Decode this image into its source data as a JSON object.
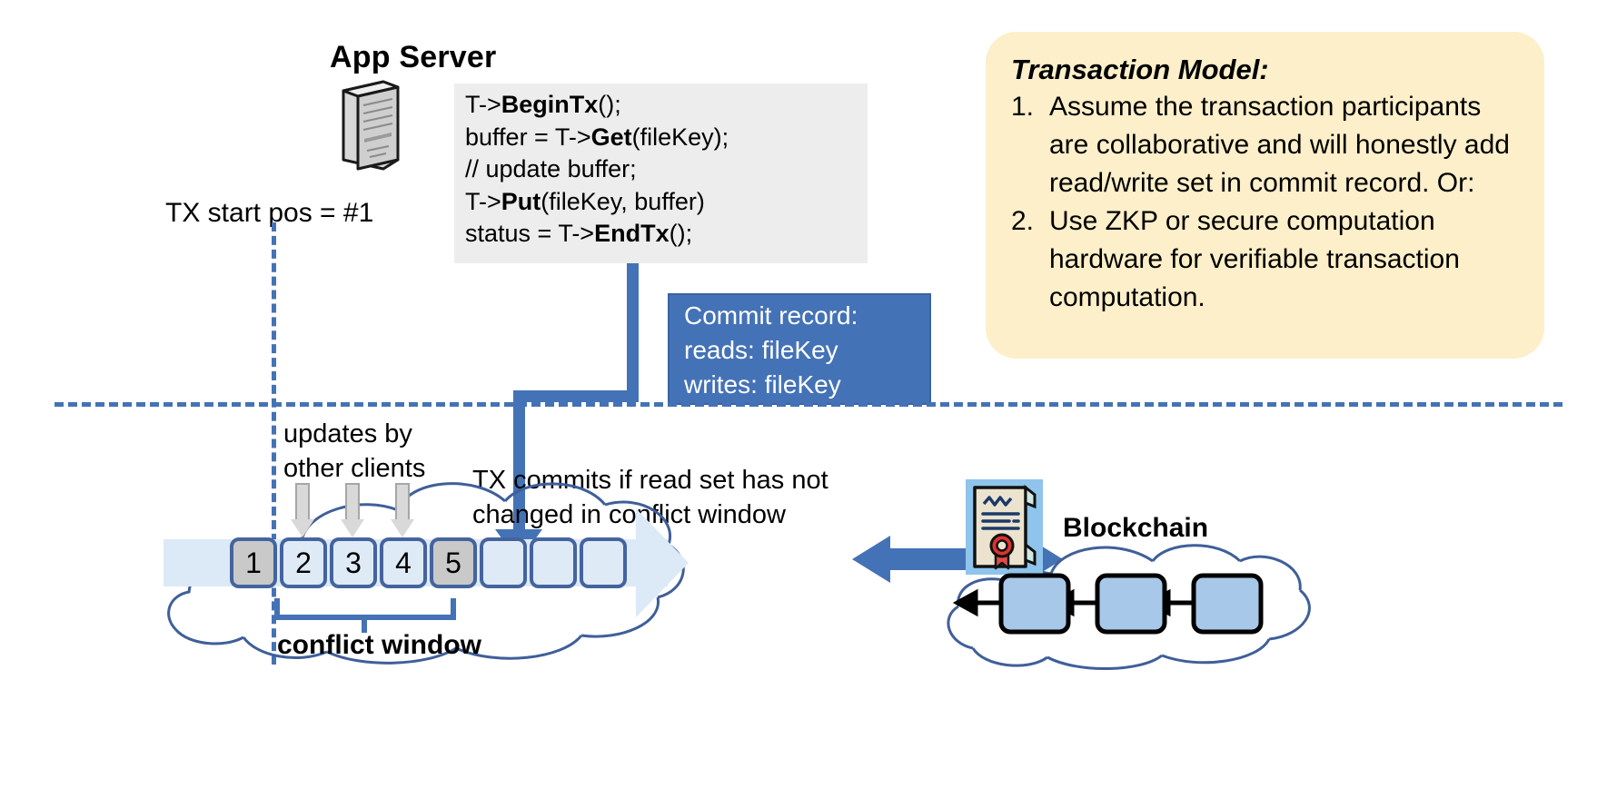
{
  "diagram": {
    "title_app_server": "App Server",
    "tx_start_label": "TX start pos = #1",
    "code": {
      "lines": [
        {
          "pre": "T->",
          "bold": "BeginTx",
          "post": "();"
        },
        {
          "pre": "buffer = T->",
          "bold": "Get",
          "post": "(fileKey);"
        },
        {
          "pre": "// update buffer;",
          "bold": "",
          "post": ""
        },
        {
          "pre": "T->",
          "bold": "Put",
          "post": "(fileKey, buffer)"
        },
        {
          "pre": "status = T->",
          "bold": "EndTx",
          "post": "();"
        }
      ]
    },
    "commit_record": {
      "title": "Commit record:",
      "reads": "reads: fileKey",
      "writes": "writes: fileKey"
    },
    "transaction_model": {
      "heading": "Transaction Model:",
      "items": [
        {
          "num": "1.",
          "text": "Assume the transaction participants are collaborative and will honestly add read/write set in commit record.  Or:"
        },
        {
          "num": "2.",
          "text": "Use ZKP or secure computation hardware for verifiable transaction computation."
        }
      ]
    },
    "labels": {
      "updates_by_other_clients_l1": "updates by",
      "updates_by_other_clients_l2": "other clients",
      "tx_commits_l1": "TX commits if read set has not",
      "tx_commits_l2": "changed in conflict window",
      "conflict_window": "conflict window",
      "blockchain": "Blockchain"
    },
    "ledger": {
      "boxes": [
        {
          "label": "1",
          "state": "filled"
        },
        {
          "label": "2",
          "state": "empty"
        },
        {
          "label": "3",
          "state": "empty"
        },
        {
          "label": "4",
          "state": "empty"
        },
        {
          "label": "5",
          "state": "filled"
        },
        {
          "label": "",
          "state": "empty"
        },
        {
          "label": "",
          "state": "empty"
        },
        {
          "label": "",
          "state": "empty"
        }
      ]
    },
    "colors": {
      "accent_blue": "#4472b6",
      "ledger_box_border": "#44649e",
      "ledger_box_fill": "#deeaf6",
      "ledger_box_filled": "#c9c9c9",
      "card_yellow": "#fcefc9",
      "code_bg": "#ededed",
      "cert_bg": "#8fc4ec"
    }
  }
}
